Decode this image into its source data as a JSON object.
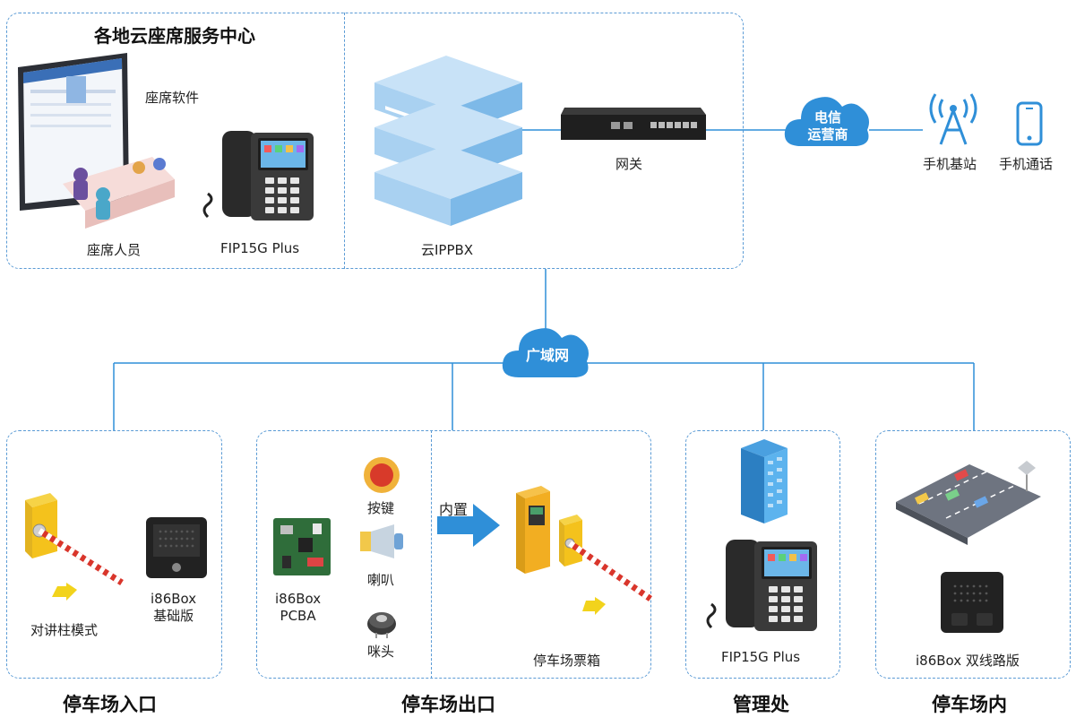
{
  "top": {
    "center_title": "各地云座席服务中心",
    "seat_software": "座席软件",
    "seat_staff": "座席人员",
    "phone_model": "FIP15G Plus",
    "cloud_pbx": "云IPPBX",
    "gateway": "网关",
    "carrier_line1": "电信",
    "carrier_line2": "运营商",
    "base_station": "手机基站",
    "mobile_call": "手机通话"
  },
  "wan": "广域网",
  "sections": {
    "entrance": {
      "title": "停车场入口",
      "intercom_mode": "对讲柱模式",
      "device_line1": "i86Box",
      "device_line2": "基础版"
    },
    "exit": {
      "title": "停车场出口",
      "pcba_line1": "i86Box",
      "pcba_line2": "PCBA",
      "button": "按键",
      "speaker": "喇叭",
      "mic": "咪头",
      "builtin": "内置",
      "ticket_box": "停车场票箱"
    },
    "management": {
      "title": "管理处",
      "phone_model": "FIP15G Plus"
    },
    "inside": {
      "title": "停车场内",
      "device": "i86Box 双线路版"
    }
  },
  "colors": {
    "accent_blue": "#2f8fd8",
    "dashed_border": "#5b9bd5",
    "barrier_red": "#d9352b",
    "barrier_yellow": "#f4c21c"
  }
}
